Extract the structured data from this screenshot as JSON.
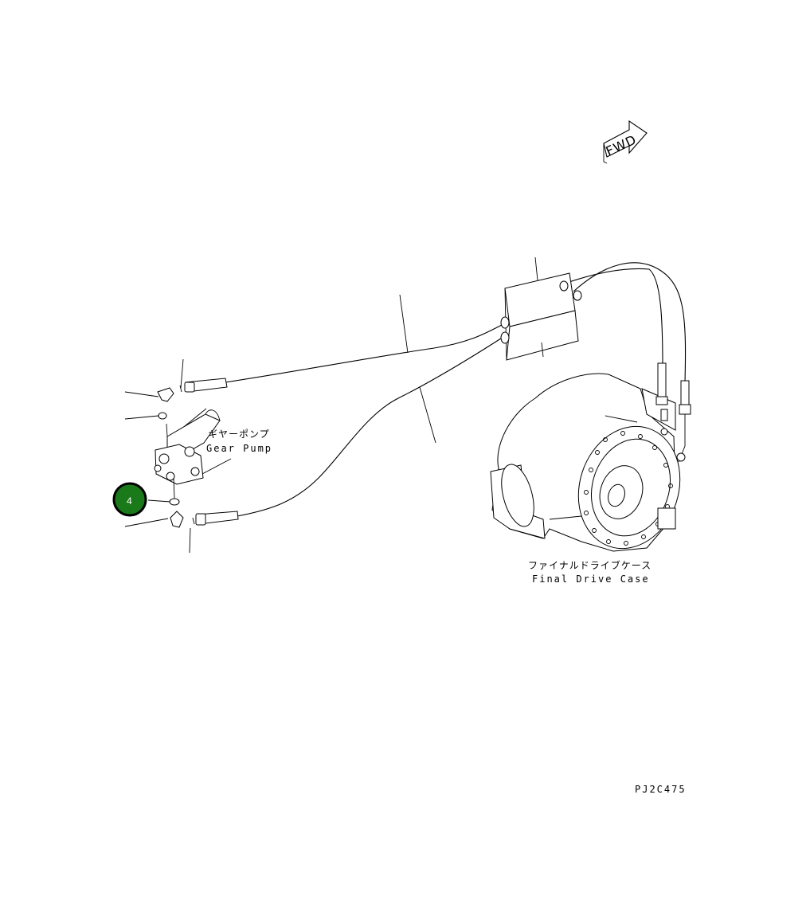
{
  "labels": {
    "gear_pump_jp": "ギヤーポンプ",
    "gear_pump_en": "Gear Pump",
    "final_drive_jp": "ファイナルドライブケース",
    "final_drive_en": "Final Drive Case",
    "fwd": "FWD",
    "drawing_id": "PJ2C475"
  },
  "callouts": [
    {
      "number": "4",
      "color": "#1a7a1a"
    }
  ]
}
